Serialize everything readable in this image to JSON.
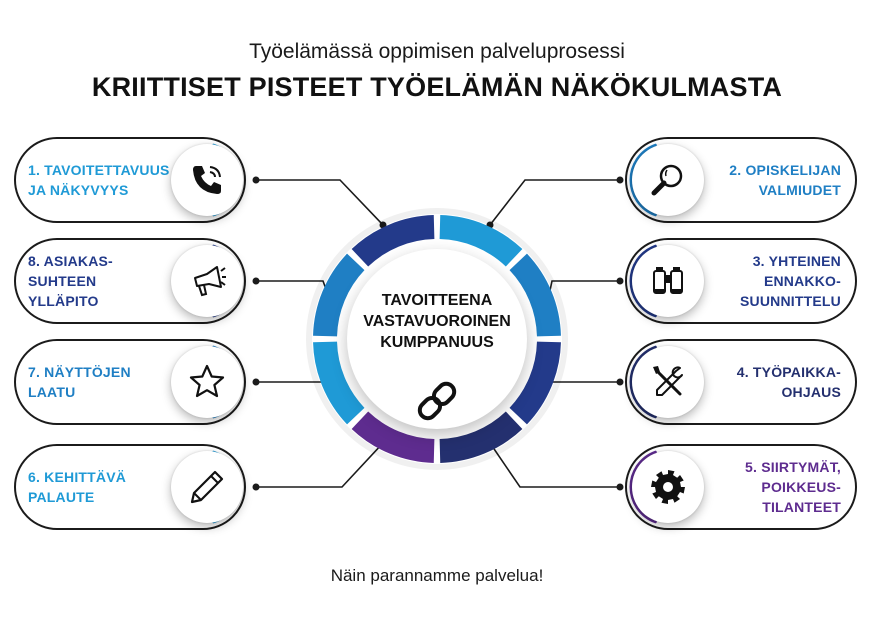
{
  "header": {
    "subtitle": "Työelämässä oppimisen palveluprosessi",
    "title": "KRIITTISET PISTEET TYÖELÄMÄN NÄKÖKULMASTA"
  },
  "center": {
    "lines": [
      "TAVOITTEENA",
      "VASTAVUOROINEN",
      "KUMPPANUUS"
    ],
    "icon": "chain-link-icon"
  },
  "items": [
    {
      "lines": [
        "1. TAVOITETTAVUUS",
        "JA NÄKYVYYS"
      ],
      "icon": "phone-icon",
      "color": "#1f9ad6"
    },
    {
      "lines": [
        "2. OPISKELIJAN",
        "VALMIUDET"
      ],
      "icon": "magnifier-icon",
      "color": "#1f7fc4"
    },
    {
      "lines": [
        "3. YHTEINEN",
        "ENNAKKO-",
        "SUUNNITTELU"
      ],
      "icon": "binoculars-icon",
      "color": "#233a8a"
    },
    {
      "lines": [
        "4. TYÖPAIKKA-",
        "OHJAUS"
      ],
      "icon": "tools-icon",
      "color": "#24306f"
    },
    {
      "lines": [
        "5. SIIRTYMÄT,",
        "POIKKEUS-",
        "TILANTEET"
      ],
      "icon": "gear-icon",
      "color": "#5e2c8f"
    },
    {
      "lines": [
        "6. KEHITTÄVÄ",
        "PALAUTE"
      ],
      "icon": "pencil-icon",
      "color": "#1f9ad6"
    },
    {
      "lines": [
        "7. NÄYTTÖJEN",
        "LAATU"
      ],
      "icon": "star-icon",
      "color": "#1f7fc4"
    },
    {
      "lines": [
        "8. ASIAKAS-",
        "SUHTEEN",
        "YLLÄPITO"
      ],
      "icon": "megaphone-icon",
      "color": "#233a8a"
    }
  ],
  "ring_colors": [
    "#1f9ad6",
    "#1f7fc4",
    "#233a8a",
    "#24306f",
    "#5e2c8f",
    "#1f9ad6",
    "#1f7fc4",
    "#233a8a"
  ],
  "footer": "Näin parannamme palvelua!"
}
